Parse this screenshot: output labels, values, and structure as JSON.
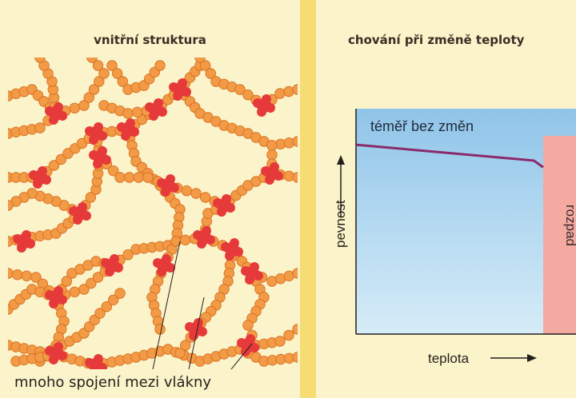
{
  "left_panel": {
    "title": "vnitřní struktura",
    "caption": "mnoho spojení mezi vlákny"
  },
  "right_panel": {
    "title": "chování při změně teploty",
    "top_label": "téměř bez změn",
    "y_axis_label": "pevnost",
    "x_axis_label": "teplota",
    "zone_label": "rozpad"
  },
  "colors": {
    "background": "#fbf3c9",
    "divider": "#f6dc72",
    "bead": "#f29a45",
    "bead_outline": "#d46a1c",
    "crosslink": "#e63a3a",
    "plot_sky": "#93c7ea",
    "plot_sky_light": "#c9e6f6",
    "curve": "#8a2a6b",
    "decomposition_zone": "#f4a9a1"
  },
  "chart_data": {
    "type": "line",
    "series": [
      {
        "values_x": [
          0,
          0.95,
          1.0
        ],
        "values_y": [
          0.84,
          0.77,
          0.74
        ]
      }
    ]
  }
}
